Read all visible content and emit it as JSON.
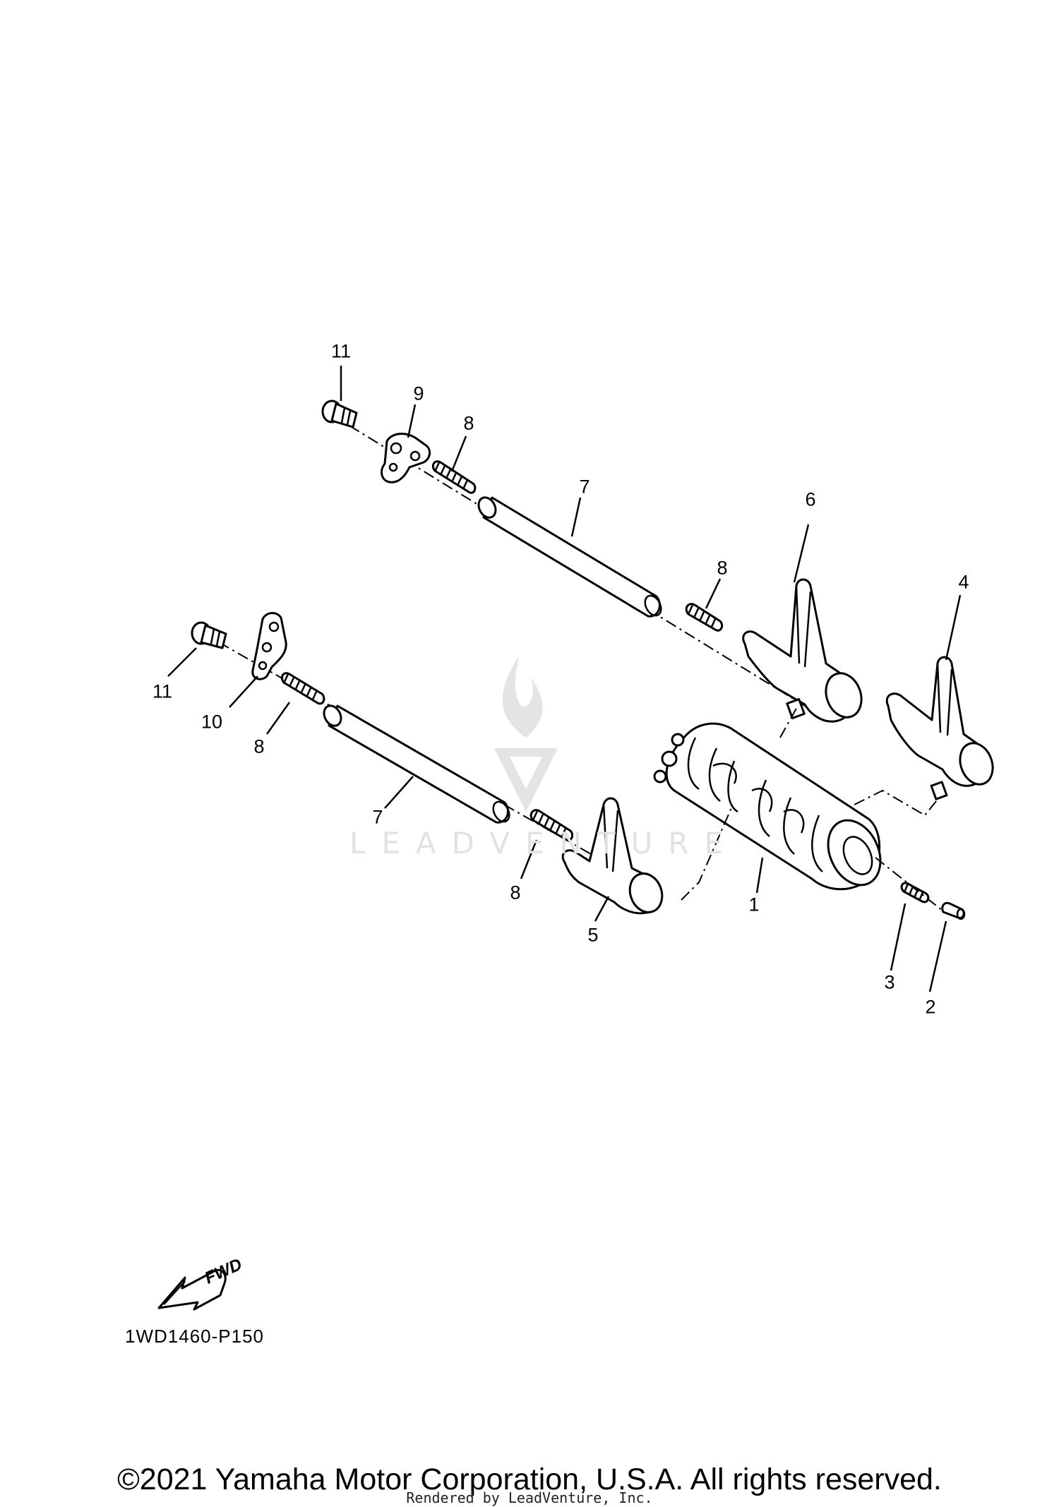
{
  "callouts": [
    {
      "id": "11a",
      "text": "11"
    },
    {
      "id": "9",
      "text": "9"
    },
    {
      "id": "8a",
      "text": "8"
    },
    {
      "id": "7a",
      "text": "7"
    },
    {
      "id": "6",
      "text": "6"
    },
    {
      "id": "8b",
      "text": "8"
    },
    {
      "id": "4",
      "text": "4"
    },
    {
      "id": "11b",
      "text": "11"
    },
    {
      "id": "10",
      "text": "10"
    },
    {
      "id": "8c",
      "text": "8"
    },
    {
      "id": "7b",
      "text": "7"
    },
    {
      "id": "8d",
      "text": "8"
    },
    {
      "id": "5",
      "text": "5"
    },
    {
      "id": "1",
      "text": "1"
    },
    {
      "id": "3",
      "text": "3"
    },
    {
      "id": "2",
      "text": "2"
    }
  ],
  "watermark": {
    "text": "LEADVENTURE"
  },
  "fwd_arrow": {
    "label": "FWD"
  },
  "diagram_code": "1WD1460-P150",
  "copyright": "©2021 Yamaha Motor Corporation, U.S.A. All rights reserved.",
  "rendered_by": "Rendered by LeadVenture, Inc."
}
